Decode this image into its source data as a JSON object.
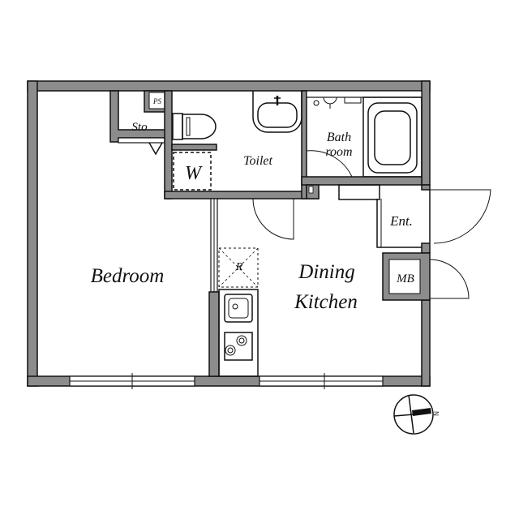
{
  "rooms": {
    "bedroom": "Bedroom",
    "dining_line1": "Dining",
    "dining_line2": "Kitchen",
    "toilet": "Toilet",
    "bath_line1": "Bath",
    "bath_line2": "room",
    "storage": "Sto",
    "pipe_space": "PS",
    "washer": "W",
    "refrigerator": "R",
    "entrance": "Ent.",
    "meter_box": "MB"
  },
  "compass": {
    "north_label": "N"
  },
  "colors": {
    "wall": "#8c8c8c",
    "line": "#111111"
  }
}
